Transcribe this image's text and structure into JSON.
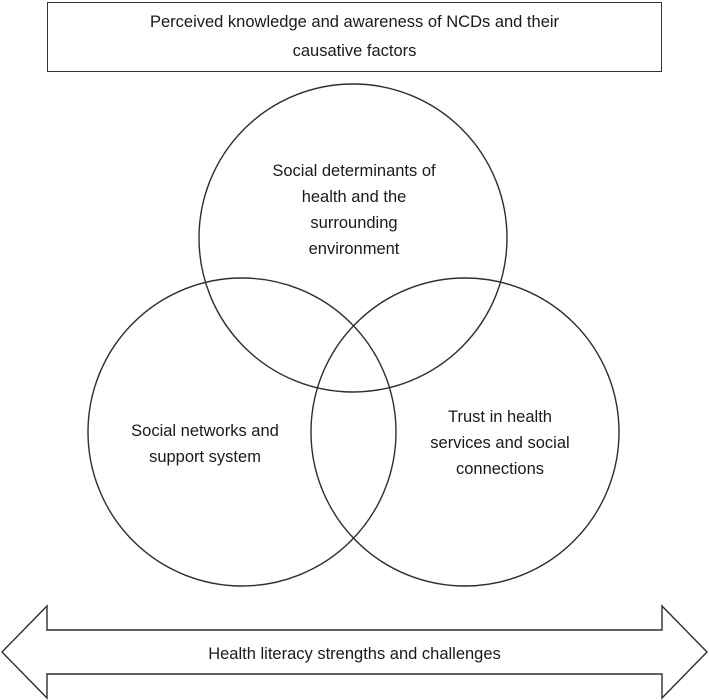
{
  "header": {
    "lines": [
      "Perceived knowledge and awareness of NCDs and their",
      "causative factors"
    ]
  },
  "circles": {
    "top": {
      "lines": [
        "Social determinants of",
        "health and the",
        "surrounding",
        "environment"
      ]
    },
    "left": {
      "lines": [
        "Social networks and",
        "support system"
      ]
    },
    "right": {
      "lines": [
        "Trust in health",
        "services and social",
        "connections"
      ]
    }
  },
  "arrow": {
    "label": "Health literacy strengths and challenges"
  }
}
